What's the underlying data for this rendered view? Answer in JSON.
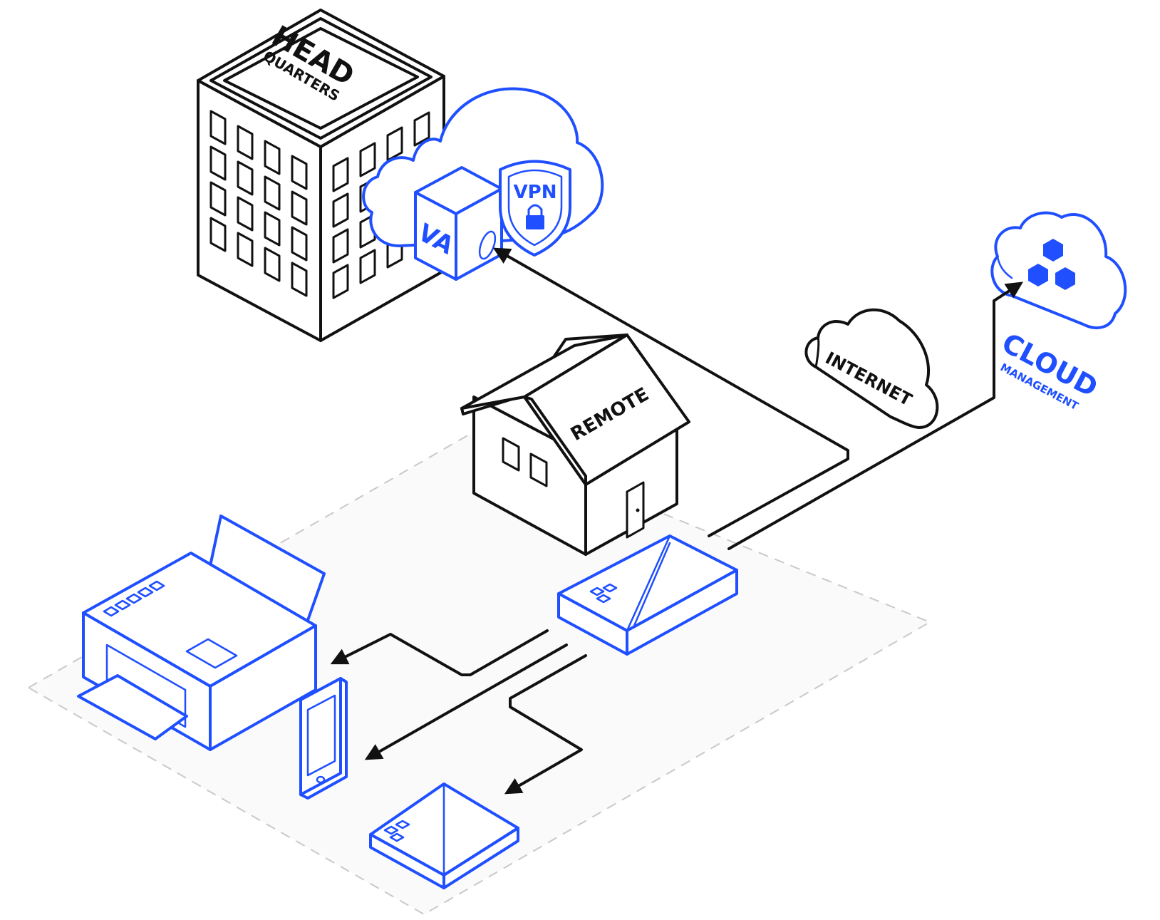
{
  "labels": {
    "headquarters_line1": "HEAD",
    "headquarters_line2": "QUARTERS",
    "vpn": "VPN",
    "virtual_appliance": "VA",
    "remote": "REMOTE",
    "internet": "INTERNET",
    "cloud_line1": "CLOUD",
    "cloud_line2": "MANAGEMENT"
  },
  "colors": {
    "accent": "#1f4fff",
    "line": "#111111",
    "zone_border": "#c9c9c9"
  },
  "icons": [
    "headquarters-building-icon",
    "vpn-cloud-icon",
    "va-cube-icon",
    "vpn-shield-icon",
    "lock-icon",
    "remote-house-icon",
    "internet-cloud-icon",
    "cloud-management-icon",
    "router-icon",
    "printer-icon",
    "smartphone-icon",
    "access-point-icon"
  ]
}
